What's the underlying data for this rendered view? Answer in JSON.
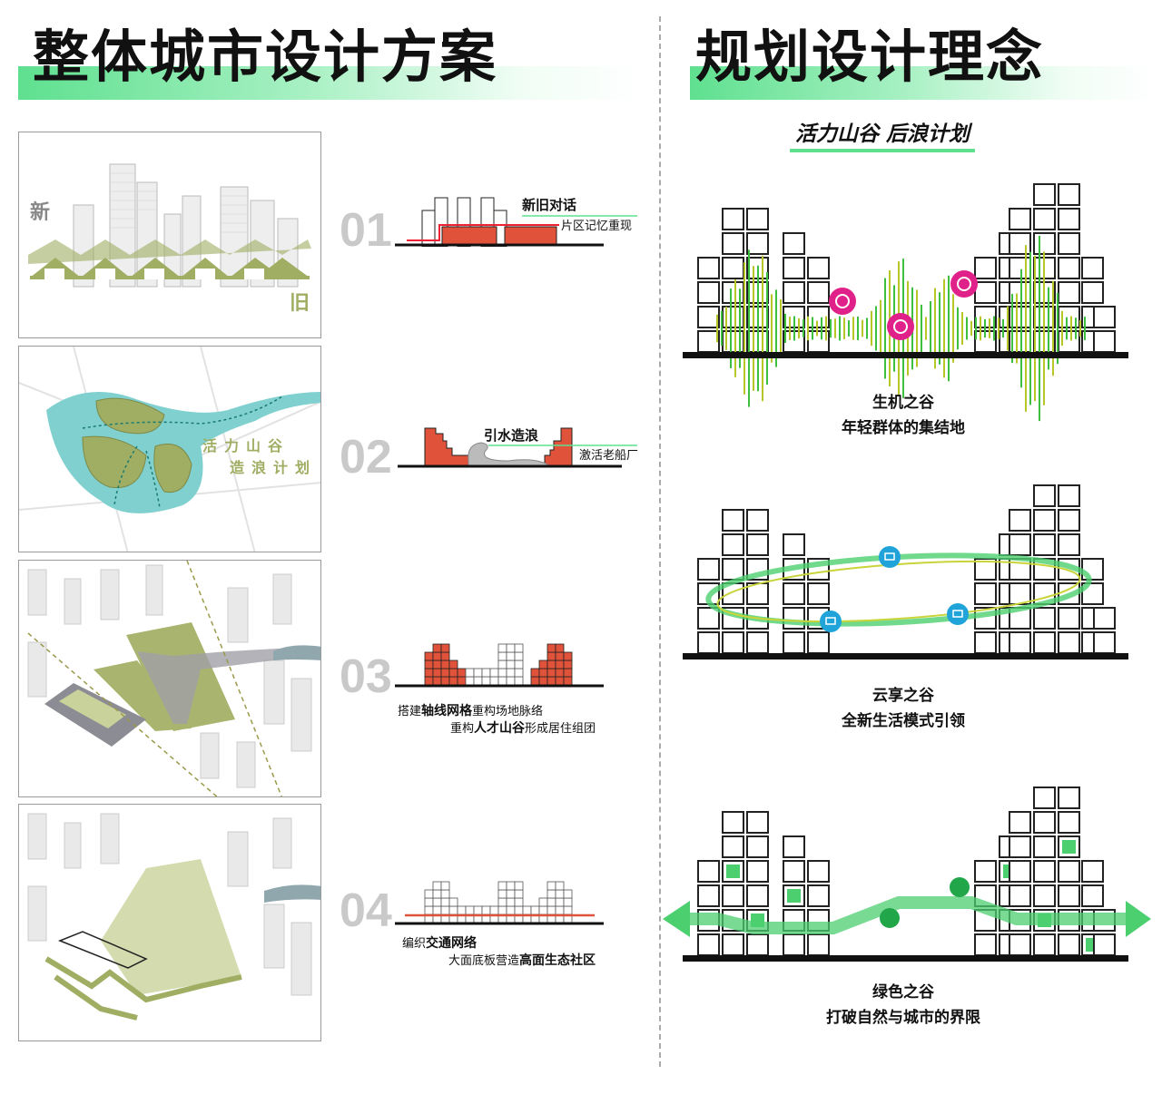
{
  "left_section": {
    "title": "整体城市设计方案",
    "panels": [
      {
        "label_new": "新",
        "label_old": "旧"
      },
      {
        "line1": "活力山谷",
        "line2": "造浪计划"
      },
      {},
      {}
    ],
    "steps": [
      {
        "number": "01",
        "heading": "新旧对话",
        "text": "片区记忆重现"
      },
      {
        "number": "02",
        "heading": "引水造浪",
        "text": "激活老船厂"
      },
      {
        "number": "03",
        "line1_pre": "搭建",
        "line1_bold": "轴线网格",
        "line1_post": "重构场地脉络",
        "line2_pre": "重构",
        "line2_bold": "人才山谷",
        "line2_post": "形成居住组团"
      },
      {
        "number": "04",
        "line1_pre": "编织",
        "line1_bold": "交通网络",
        "line2_pre": "大面底板营造",
        "line2_bold": "高面生态社区"
      }
    ]
  },
  "right_section": {
    "title": "规划设计理念",
    "subtitle": "活力山谷 后浪计划",
    "concepts": [
      {
        "heading": "生机之谷",
        "text": "年轻群体的集结地",
        "icons": [
          "guitar-icon",
          "game-controller-icon",
          "presentation-icon"
        ]
      },
      {
        "heading": "云享之谷",
        "text": "全新生活模式引领",
        "icons": [
          "laptop-icon",
          "cloud-icon",
          "globe-icon"
        ]
      },
      {
        "heading": "绿色之谷",
        "text": "打破自然与城市的界限",
        "icons": [
          "leaf-icon",
          "tree-icon"
        ]
      }
    ]
  },
  "colors": {
    "accent_green": "#5fe08f",
    "brick_red": "#e0533a",
    "olive": "#9fae63",
    "magenta": "#e0218a",
    "water_teal": "#7fd0cf",
    "number_gray": "#c9c9c9"
  }
}
